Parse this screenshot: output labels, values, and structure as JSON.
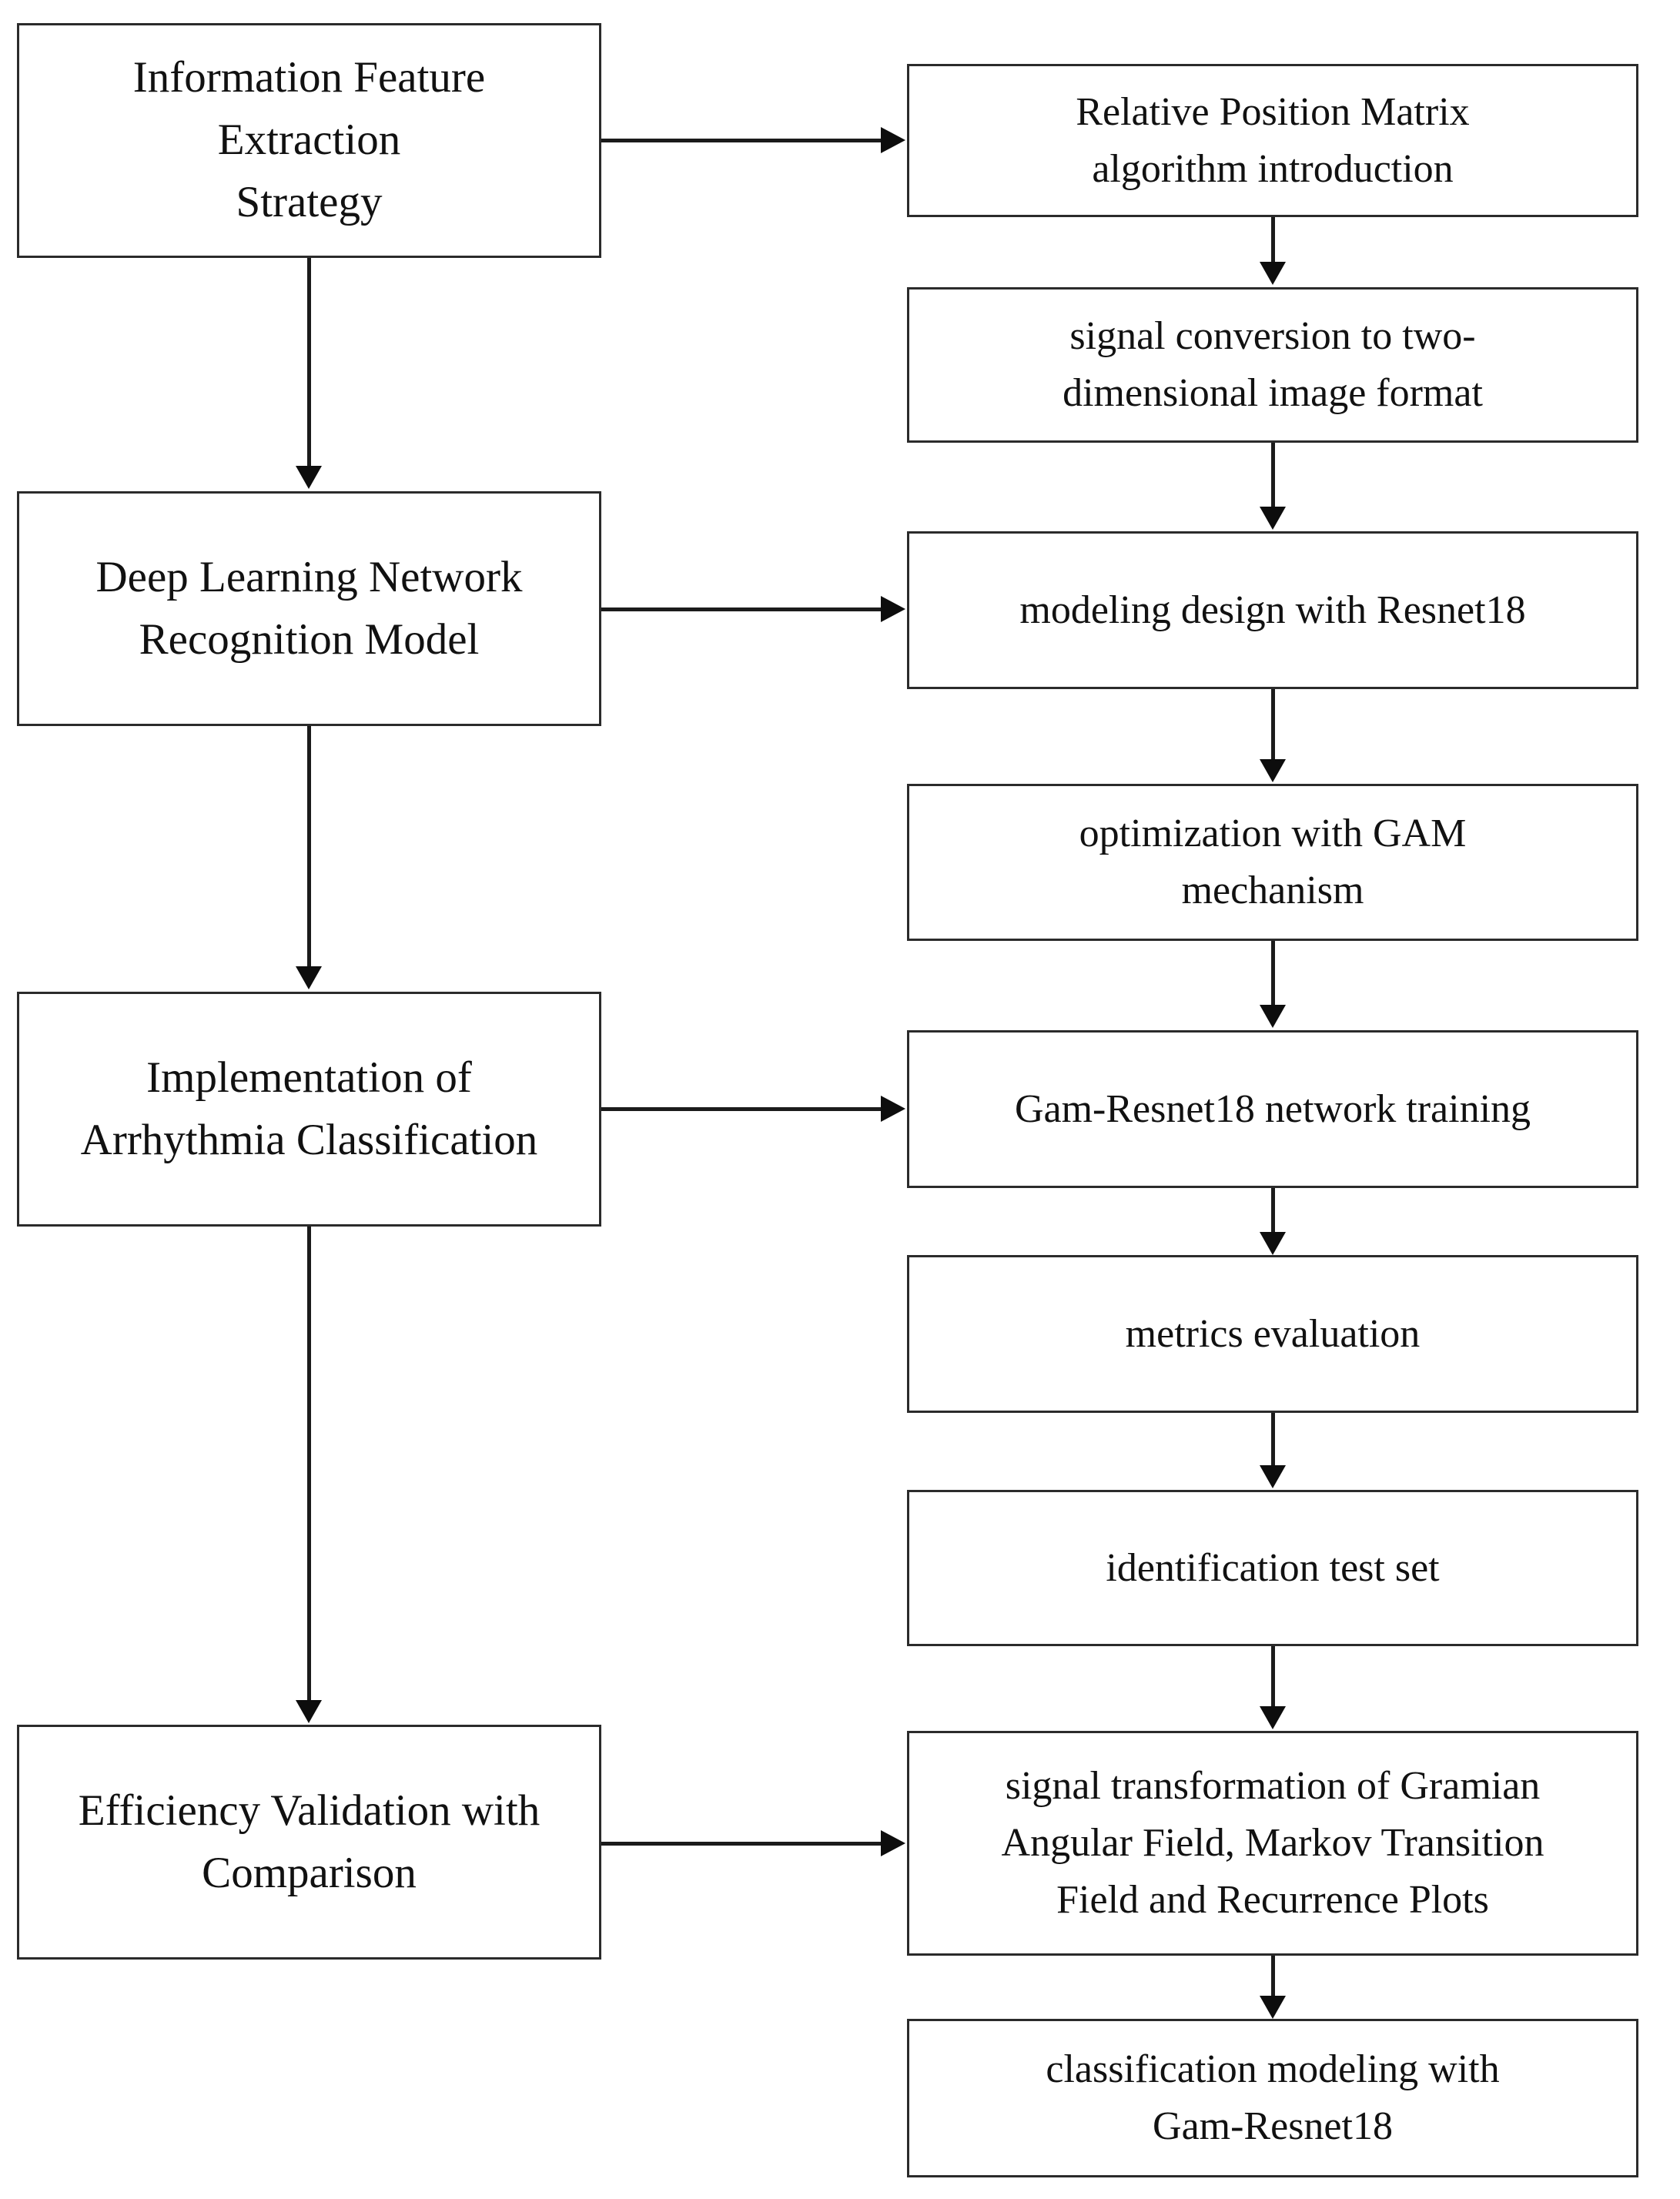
{
  "diagram": {
    "title": "Arrhythmia classification research flowchart",
    "colors": {
      "box_border": "#2b2b2b",
      "connector": "#1b1b1b",
      "background": "#ffffff",
      "text": "#111111"
    },
    "left_column": {
      "nodes": [
        {
          "id": "stage-1",
          "label": "Information Feature\nExtraction\nStrategy"
        },
        {
          "id": "stage-2",
          "label": "Deep Learning Network\nRecognition Model"
        },
        {
          "id": "stage-3",
          "label": "Implementation of\nArrhythmia Classification"
        },
        {
          "id": "stage-4",
          "label": "Efficiency Validation with\nComparison"
        }
      ]
    },
    "right_column": {
      "nodes": [
        {
          "id": "step-1",
          "label": "Relative Position Matrix\nalgorithm introduction"
        },
        {
          "id": "step-2",
          "label": "signal conversion to two-\ndimensional image format"
        },
        {
          "id": "step-3",
          "label": "modeling design with Resnet18"
        },
        {
          "id": "step-4",
          "label": "optimization with GAM\nmechanism"
        },
        {
          "id": "step-5",
          "label": "Gam-Resnet18 network training"
        },
        {
          "id": "step-6",
          "label": "metrics evaluation"
        },
        {
          "id": "step-7",
          "label": "identification test set"
        },
        {
          "id": "step-8",
          "label": "signal transformation of  Gramian\nAngular Field, Markov Transition\nField and Recurrence Plots"
        },
        {
          "id": "step-9",
          "label": "classification modeling with\nGam-Resnet18"
        }
      ]
    },
    "edges": {
      "left_vertical": [
        {
          "from": "stage-1",
          "to": "stage-2"
        },
        {
          "from": "stage-2",
          "to": "stage-3"
        },
        {
          "from": "stage-3",
          "to": "stage-4"
        }
      ],
      "cross_horizontal": [
        {
          "from": "stage-1",
          "to": "step-1"
        },
        {
          "from": "stage-2",
          "to": "step-3"
        },
        {
          "from": "stage-3",
          "to": "step-5"
        },
        {
          "from": "stage-4",
          "to": "step-8"
        }
      ],
      "right_vertical": [
        {
          "from": "step-1",
          "to": "step-2"
        },
        {
          "from": "step-2",
          "to": "step-3"
        },
        {
          "from": "step-3",
          "to": "step-4"
        },
        {
          "from": "step-4",
          "to": "step-5"
        },
        {
          "from": "step-5",
          "to": "step-6"
        },
        {
          "from": "step-6",
          "to": "step-7"
        },
        {
          "from": "step-7",
          "to": "step-8"
        },
        {
          "from": "step-8",
          "to": "step-9"
        }
      ]
    }
  }
}
